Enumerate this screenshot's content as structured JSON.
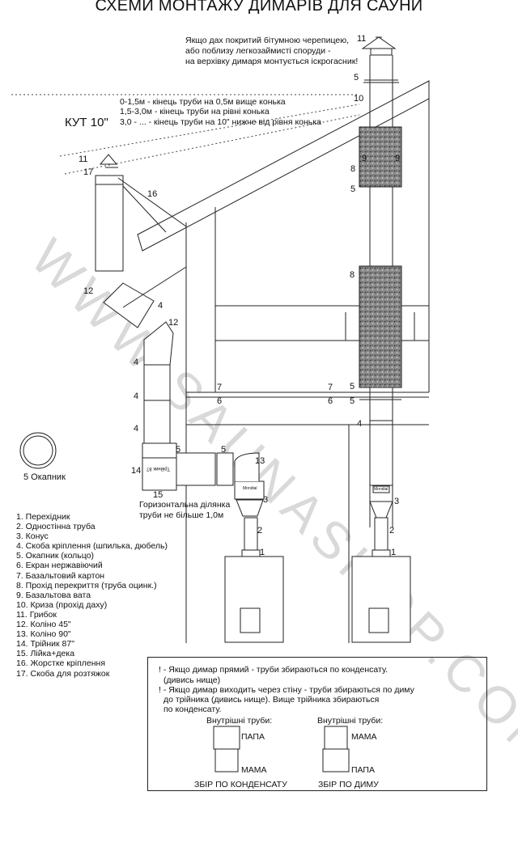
{
  "title": "СХЕМИ МОНТАЖУ ДИМАРІВ ДЛЯ САУНИ",
  "watermark": "WWW.SAUNASHOP.COM.UA",
  "roof_note": [
    "Якщо дах покритий бітумною черепицею,",
    "або поблизу легкозаймисті споруди -",
    "на верхівку димаря монтується іскрогасник!"
  ],
  "angle_label": "КУТ 10\"",
  "height_rules": [
    "0-1,5м - кінець труби на 0,5м вище конька",
    "1,5-3,0м - кінець труби на рівні конька",
    "3,0 - ... - кінець труби на 10\" нижче від рівня конька"
  ],
  "part_numbers": {
    "n1": "1",
    "n2": "2",
    "n3": "3",
    "n4": "4",
    "n5": "5",
    "n6": "6",
    "n7": "7",
    "n8": "8",
    "n9": "9",
    "n10": "10",
    "n11": "11",
    "n12": "12",
    "n13": "13",
    "n14": "14",
    "n15": "15",
    "n16": "16",
    "n17": "17"
  },
  "okapnyk_label": "5  Окапник",
  "horizontal_note": [
    "Горизонтальна ділянка",
    "труби не більше 1,0м"
  ],
  "stove_brand": "Mondial",
  "tee_label": "Трійник 87",
  "legend": [
    "1. Перехідник",
    "2. Одностінна труба",
    "3. Конус",
    "4. Скоба кріплення (шпилька, дюбель)",
    "5. Окапник (кольцо)",
    "6. Екран нержавіючий",
    "7. Базальтовий картон",
    "8. Прохід перекриття (труба оцинк.)",
    "9. Базальтова вата",
    "10. Криза (прохід даху)",
    "11. Грибок",
    "12. Коліно 45\"",
    "13. Коліно 90\"",
    "14. Трійник 87\"",
    "15. Лійка+дека",
    "16. Жорстке кріплення",
    "17. Скоба для розтяжок"
  ],
  "box_notes": [
    "! - Якщо димар прямий - труби збираються по конденсату.",
    "(дивись нище)",
    "! - Якщо димар виходить через стіну - труби збираються по диму",
    "до трійника (дивись нище). Вище трійника збираються",
    "по конденсату."
  ],
  "assembly": {
    "left": {
      "header": "Внутрішні труби:",
      "top": "ПАПА",
      "bottom": "МАМА",
      "caption": "ЗБІР ПО КОНДЕНСАТУ"
    },
    "right": {
      "header": "Внутрішні труби:",
      "top": "МАМА",
      "bottom": "ПАПА",
      "caption": "ЗБІР ПО ДИМУ"
    }
  },
  "colors": {
    "line": "#222222",
    "insulation": "#6e6e6e",
    "watermark": "#d9d9d9"
  }
}
